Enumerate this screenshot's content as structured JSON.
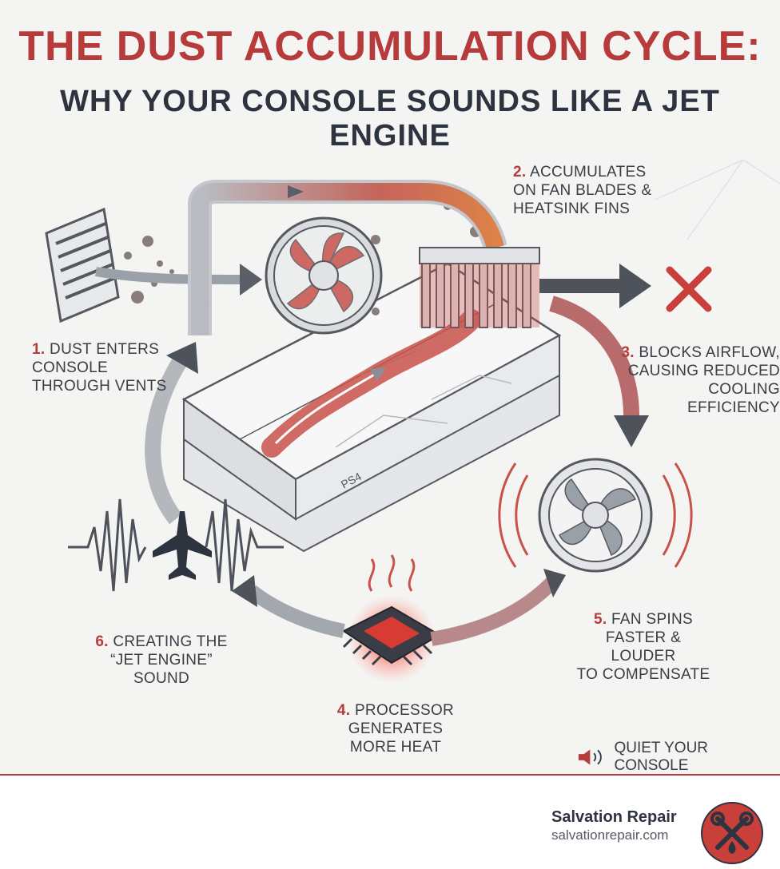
{
  "title": {
    "line1": "THE DUST ACCUMULATION CYCLE:",
    "line2": "WHY YOUR CONSOLE SOUNDS LIKE A JET ENGINE"
  },
  "steps": {
    "s1": {
      "num": "1.",
      "lines": [
        "DUST ENTERS",
        "CONSOLE",
        "THROUGH VENTS"
      ]
    },
    "s2": {
      "num": "2.",
      "lines": [
        "ACCUMULATES",
        "ON FAN BLADES &",
        "HEATSINK FINS"
      ]
    },
    "s3": {
      "num": "3.",
      "lines": [
        "BLOCKS AIRFLOW,",
        "CAUSING REDUCED",
        "COOLING EFFICIENCY"
      ]
    },
    "s4": {
      "num": "4.",
      "lines": [
        "PROCESSOR GENERATES",
        "MORE HEAT"
      ]
    },
    "s5": {
      "num": "5.",
      "lines": [
        "FAN SPINS",
        "FASTER & LOUDER",
        "TO COMPENSATE"
      ]
    },
    "s6": {
      "num": "6.",
      "lines": [
        "CREATING THE",
        "“JET ENGINE” SOUND"
      ]
    }
  },
  "console_label": "PS4",
  "cta": {
    "label": "QUIET YOUR CONSOLE",
    "icon": "speaker-icon"
  },
  "brand": {
    "name": "Salvation Repair",
    "url": "salvationrepair.com",
    "logo_icon": "wrench-logo-icon"
  },
  "colors": {
    "accent": "#b73b3b",
    "dark": "#2e3340",
    "background": "#f4f4f3"
  }
}
